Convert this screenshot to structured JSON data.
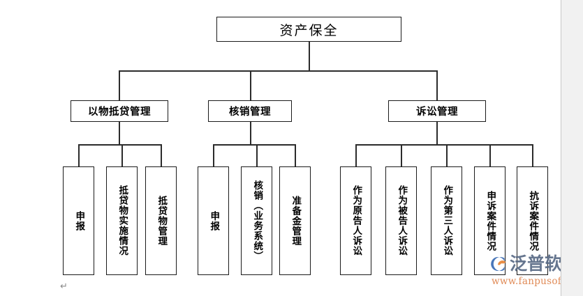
{
  "document": {
    "background_color": "#ffffff",
    "gutter_color": "#f1f1f1",
    "page_edge_color": "#c8c8c8",
    "paragraph_mark": "↵"
  },
  "diagram": {
    "type": "org-chart",
    "line_color": "#2b2b2b",
    "box_border_color": "#1a1a1a",
    "box_fill_color": "#ffffff",
    "root": {
      "label": "资产保全"
    },
    "branches": [
      {
        "label": "以物抵贷管理",
        "children": [
          {
            "label": "申报"
          },
          {
            "label": "抵贷物实施情况"
          },
          {
            "label": "抵贷物管理"
          }
        ]
      },
      {
        "label": "核销管理",
        "children": [
          {
            "label": "申报"
          },
          {
            "label": "核销（业务系统）"
          },
          {
            "label": "准备金管理"
          }
        ]
      },
      {
        "label": "诉讼管理",
        "children": [
          {
            "label": "作为原告人诉讼"
          },
          {
            "label": "作为被告人诉讼"
          },
          {
            "label": "作为第三人诉讼"
          },
          {
            "label": "申诉案件情况"
          },
          {
            "label": "抗诉案件情况"
          }
        ]
      }
    ]
  },
  "watermark": {
    "brand": "泛普软件",
    "url": "www.fanpusoft.com",
    "brand_color": "#5a6b86",
    "url_color": "#e08a56",
    "mark_blue": "#3f6fb5",
    "mark_orange": "#e8883c"
  }
}
